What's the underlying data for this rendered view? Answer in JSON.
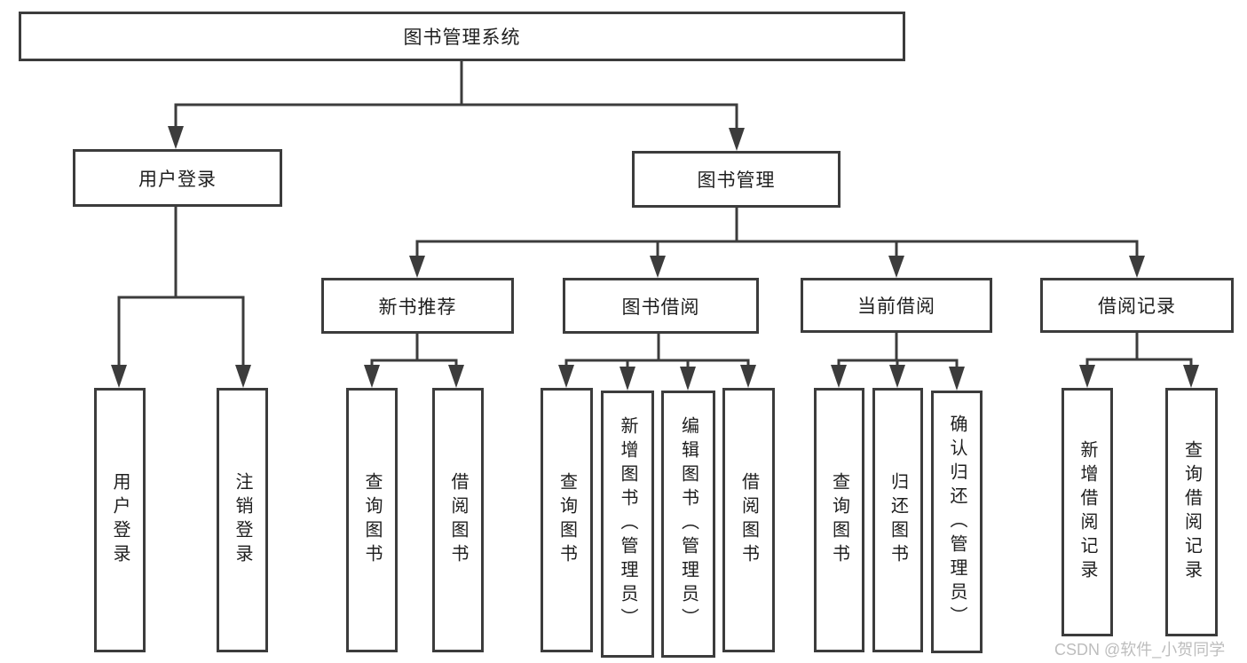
{
  "colors": {
    "line": "#3c3c3c",
    "text": "#1e1e1e",
    "watermark": "#bdbdbd",
    "page_bg": "#ffffff"
  },
  "watermark": {
    "text": "CSDN @软件_小贺同学"
  },
  "tree": {
    "root": {
      "label": "图书管理系统"
    },
    "children": [
      {
        "label": "用户登录",
        "children": [
          {
            "label": "用户登录"
          },
          {
            "label": "注销登录"
          }
        ]
      },
      {
        "label": "图书管理",
        "children": [
          {
            "label": "新书推荐",
            "children": [
              {
                "label": "查询图书"
              },
              {
                "label": "借阅图书"
              }
            ]
          },
          {
            "label": "图书借阅",
            "children": [
              {
                "label": "查询图书"
              },
              {
                "label": "新增图书（管理员）"
              },
              {
                "label": "编辑图书（管理员）"
              },
              {
                "label": "借阅图书"
              }
            ]
          },
          {
            "label": "当前借阅",
            "children": [
              {
                "label": "查询图书"
              },
              {
                "label": "归还图书"
              },
              {
                "label": "确认归还（管理员）"
              }
            ]
          },
          {
            "label": "借阅记录",
            "children": [
              {
                "label": "新增借阅记录"
              },
              {
                "label": "查询借阅记录"
              }
            ]
          }
        ]
      }
    ]
  }
}
